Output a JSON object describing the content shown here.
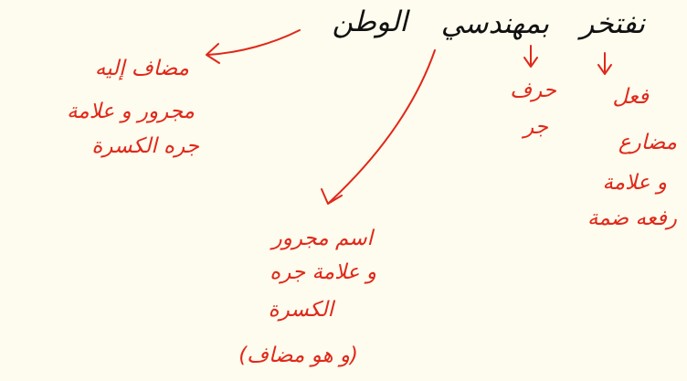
{
  "sentence": {
    "word_verb": "نفتخر",
    "word_engineers": "بمهندسي",
    "word_homeland": "الوطن"
  },
  "annotations": {
    "verb": {
      "line1": "فعل",
      "line2": "مضارع",
      "line3": "و علامة",
      "line4": "رفعه ضمة"
    },
    "preposition": {
      "line1": "حرف",
      "line2": "جر"
    },
    "engineers": {
      "line1": "اسم مجرور",
      "line2": "و علامة جره",
      "line3": "الكسرة",
      "line4": "(و هو مضاف)"
    },
    "homeland": {
      "line1": "مضاف إليه",
      "line2": "مجرور و علامة",
      "line3": "جره الكسرة"
    }
  },
  "colors": {
    "background": "#fdfcee",
    "sentence_ink": "#111111",
    "annotation_ink": "#e0281a"
  }
}
